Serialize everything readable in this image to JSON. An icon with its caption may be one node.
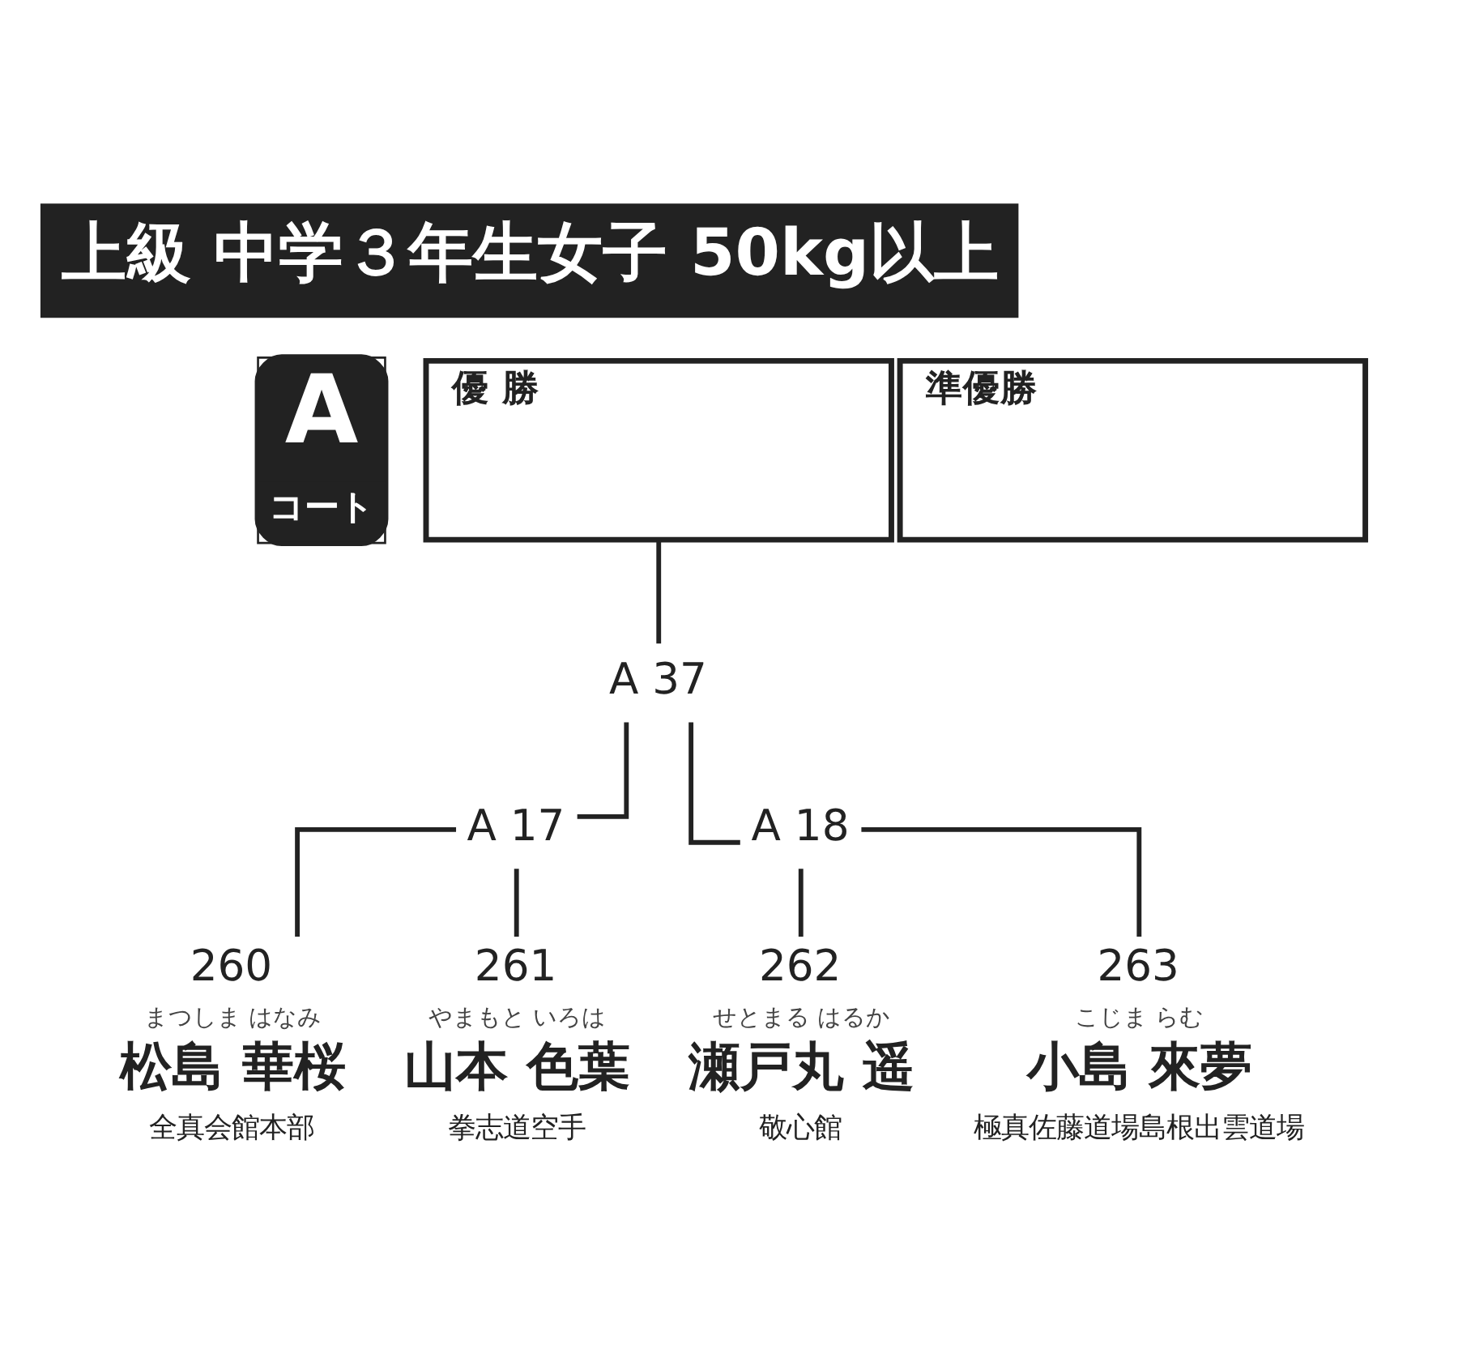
{
  "diagram": {
    "title": "上級 中学３年生女子 50kg以上",
    "nodes": [
      {
        "text": [
          "A",
          "コート"
        ]
      },
      {
        "text": [
          "優 勝"
        ]
      },
      {
        "text": [
          "準優勝"
        ]
      },
      {
        "text": [
          "A 37"
        ]
      },
      {
        "text": [
          "A 17"
        ]
      },
      {
        "text": [
          "A 18"
        ]
      },
      {
        "text": [
          "260",
          "松島 華桜",
          "全真会館本部"
        ],
        "beside": [
          "まつしま はなみ"
        ]
      },
      {
        "text": [
          "261",
          "山本 色葉",
          "拳志道空手"
        ],
        "beside": [
          "やまもと いろは"
        ]
      },
      {
        "text": [
          "262",
          "瀬戸丸 遥",
          "敬心館"
        ],
        "beside": [
          "せとまる はるか"
        ]
      },
      {
        "text": [
          "263",
          "小島 來夢",
          "極真佐藤道場島根出雲道場"
        ],
        "beside": [
          "こじま らむ"
        ]
      }
    ],
    "edges": [
      {
        "from": 6,
        "to": 4,
        "arrow": "none"
      },
      {
        "from": 7,
        "to": 4,
        "arrow": "none"
      },
      {
        "from": 8,
        "to": 5,
        "arrow": "none"
      },
      {
        "from": 9,
        "to": 5,
        "arrow": "none"
      },
      {
        "from": 4,
        "to": 3,
        "arrow": "none"
      },
      {
        "from": 5,
        "to": 3,
        "arrow": "none"
      },
      {
        "from": 3,
        "to": 1,
        "arrow": "none"
      }
    ]
  }
}
